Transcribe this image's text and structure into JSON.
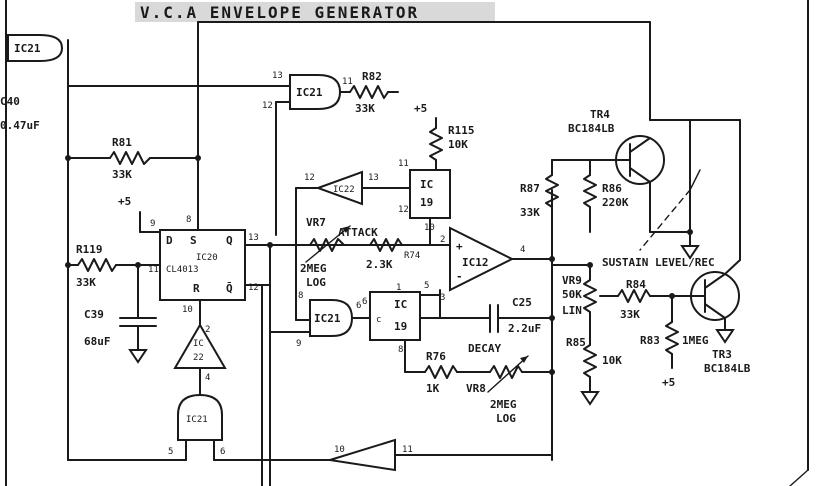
{
  "title": "V.C.A ENVELOPE GENERATOR",
  "left_labels": {
    "ic21_top": "IC21",
    "c40_name": "C40",
    "c40_value": "0.47uF",
    "r81_name": "R81",
    "r81_value": "33K",
    "r119_name": "R119",
    "r119_value": "33K",
    "c39_name": "C39",
    "c39_value": "68uF",
    "plus5": "+5"
  },
  "ic20": {
    "name": "IC20",
    "part": "CL4013",
    "pin_d": "D",
    "pin_s": "S",
    "pin_q": "Q",
    "pin_r": "R",
    "pin_qbar": "Q̄",
    "pin_cl": "CL",
    "pin8": "8",
    "pin9": "9",
    "pin11": "11",
    "pin13": "13",
    "pin12": "12",
    "pin10": "10"
  },
  "ic22_lower": {
    "name": "IC",
    "num": "22",
    "pin2": "2",
    "pin4": "4"
  },
  "ic21_lower": {
    "name": "IC21",
    "pin5": "5",
    "pin6": "6"
  },
  "ic21_upper": {
    "name": "IC21",
    "pin13": "13",
    "pin12": "12",
    "pin11": "11"
  },
  "r82": {
    "name": "R82",
    "value": "33K"
  },
  "r115": {
    "supply": "+5",
    "name": "R115",
    "value": "10K"
  },
  "ic22_upper": {
    "name": "IC22",
    "pin12": "12",
    "pin13": "13"
  },
  "ic19_upper": {
    "name": "IC",
    "num": "19",
    "pin11": "11",
    "pin12": "12",
    "pin10": "10"
  },
  "vr7": {
    "name": "VR7",
    "label": "ATTACK",
    "value": "2MEG",
    "taper": "LOG"
  },
  "r74": {
    "name": "R74",
    "value": "2.3K"
  },
  "ic12": {
    "name": "IC12",
    "plus": "+",
    "minus": "-",
    "pin2": "2",
    "pin3": "3",
    "pin4": "4"
  },
  "ic21_mid": {
    "name": "IC21",
    "pin8": "8",
    "pin9": "9",
    "pin6": "6"
  },
  "ic19_lower": {
    "name": "IC",
    "num": "19",
    "pin_c": "c",
    "pin1": "1",
    "pin8": "8",
    "pin6": "6",
    "pin5": "5"
  },
  "c25": {
    "name": "C25",
    "value": "2.2uF"
  },
  "decay": {
    "label": "DECAY",
    "vr_name": "VR8",
    "vr_value": "2MEG",
    "vr_taper": "LOG"
  },
  "r76": {
    "name": "R76",
    "value": "1K"
  },
  "tr4": {
    "name": "TR4",
    "part": "BC184LB"
  },
  "r87": {
    "name": "R87",
    "value": "33K"
  },
  "r86": {
    "name": "R86",
    "value": "220K"
  },
  "vr9": {
    "name": "VR9",
    "value": "50K",
    "taper": "LIN",
    "label": "SUSTAIN LEVEL/REC"
  },
  "r84": {
    "name": "R84",
    "value": "33K"
  },
  "r85": {
    "name": "R85",
    "value": "10K"
  },
  "r83": {
    "name": "R83",
    "value": "1MEG",
    "supply": "+5"
  },
  "tr3": {
    "name": "TR3",
    "part": "BC184LB"
  },
  "bottom_buffer": {
    "pin10": "10",
    "pin11": "11"
  },
  "page_colors": {
    "paper": "#ffffff",
    "ink": "#1a1a1a"
  }
}
